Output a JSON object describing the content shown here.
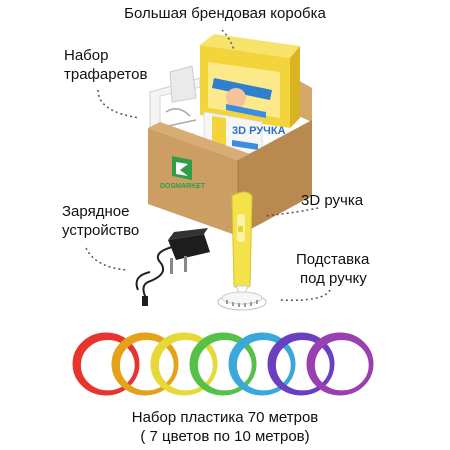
{
  "labels": {
    "box": "Большая брендовая коробка",
    "stencils_line1": "Набор",
    "stencils_line2": "трафаретов",
    "pen": "3D ручка",
    "charger_line1": "Зарядное",
    "charger_line2": "устройство",
    "stand_line1": "Подставка",
    "stand_line2": "под ручку",
    "plastic_line1": "Набор пластика 70 метров",
    "plastic_line2": "( 7 цветов по 10 метров)"
  },
  "box_print": {
    "brand": "DOSMARKET",
    "product_title": "3D РУЧКА"
  },
  "colors": {
    "cardboard": "#c89a60",
    "cardboard_dark": "#b5854a",
    "brand_green": "#2e9e48",
    "pen_yellow": "#f3e24a",
    "filaments": [
      "#e8342e",
      "#e3a21a",
      "#e6d836",
      "#55c148",
      "#3aa8d8",
      "#6a3fc0",
      "#9a3fb0"
    ]
  }
}
